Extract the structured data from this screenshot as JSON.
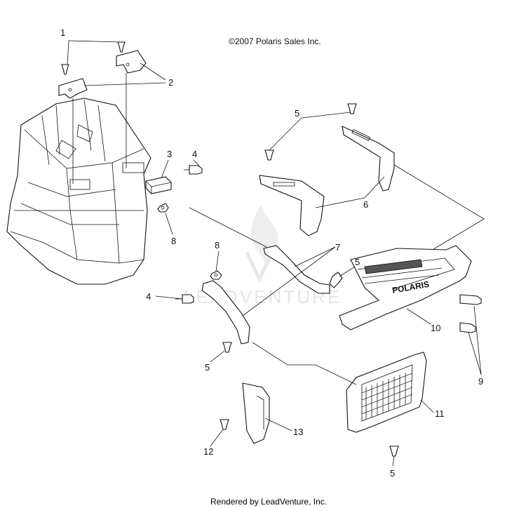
{
  "copyright": "©2007 Polaris Sales Inc.",
  "footer": "Rendered by LeadVenture, Inc.",
  "watermark": "LEADVENTURE",
  "grille_badge": "POLARIS",
  "callouts": [
    "1",
    "2",
    "3",
    "4",
    "8",
    "5",
    "6",
    "7",
    "8",
    "4",
    "5",
    "5",
    "10",
    "9",
    "11",
    "12",
    "13",
    "5"
  ]
}
